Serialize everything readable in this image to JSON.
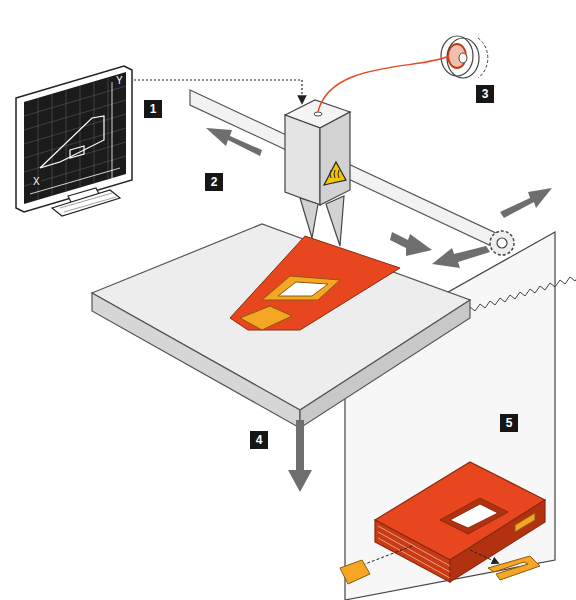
{
  "diagram": {
    "labels": [
      "1",
      "2",
      "3",
      "4",
      "5",
      "X",
      "Y"
    ]
  }
}
